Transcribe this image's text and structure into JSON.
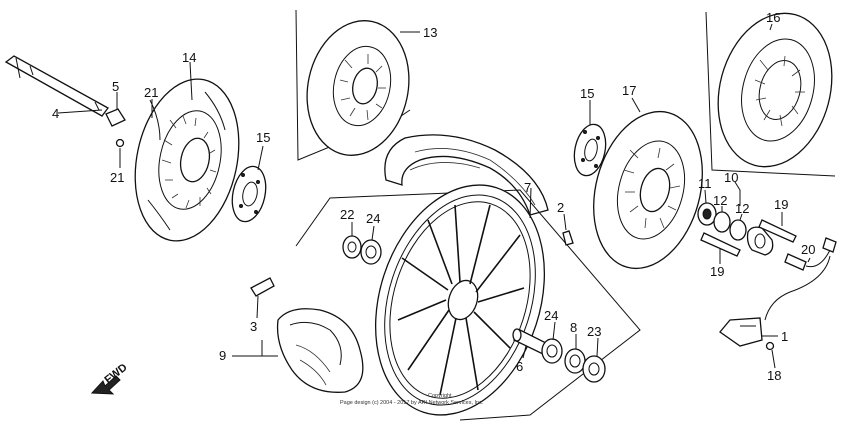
{
  "diagram": {
    "callouts": [
      {
        "id": "4",
        "text": "4"
      },
      {
        "id": "5",
        "text": "5"
      },
      {
        "id": "21a",
        "text": "21"
      },
      {
        "id": "21b",
        "text": "21"
      },
      {
        "id": "14",
        "text": "14"
      },
      {
        "id": "15a",
        "text": "15"
      },
      {
        "id": "13",
        "text": "13"
      },
      {
        "id": "7",
        "text": "7"
      },
      {
        "id": "22",
        "text": "22"
      },
      {
        "id": "24a",
        "text": "24"
      },
      {
        "id": "2",
        "text": "2"
      },
      {
        "id": "3",
        "text": "3"
      },
      {
        "id": "9",
        "text": "9"
      },
      {
        "id": "6",
        "text": "6"
      },
      {
        "id": "24b",
        "text": "24"
      },
      {
        "id": "8",
        "text": "8"
      },
      {
        "id": "23",
        "text": "23"
      },
      {
        "id": "16",
        "text": "16"
      },
      {
        "id": "15b",
        "text": "15"
      },
      {
        "id": "17",
        "text": "17"
      },
      {
        "id": "11",
        "text": "11"
      },
      {
        "id": "10",
        "text": "10"
      },
      {
        "id": "12a",
        "text": "12"
      },
      {
        "id": "12b",
        "text": "12"
      },
      {
        "id": "19a",
        "text": "19"
      },
      {
        "id": "20",
        "text": "20"
      },
      {
        "id": "19b",
        "text": "19"
      },
      {
        "id": "1",
        "text": "1"
      },
      {
        "id": "18",
        "text": "18"
      }
    ],
    "fwd_label": "FWD",
    "copyright_line1": "Copyright",
    "copyright_line2": "Page design (c) 2004 - 2017 by ARI Network Services, Inc."
  }
}
